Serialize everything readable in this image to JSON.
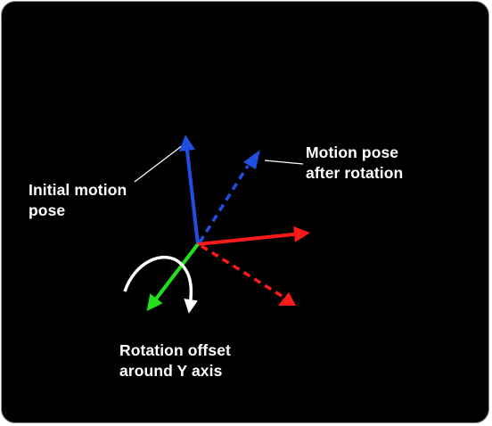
{
  "labels": {
    "initial_pose": [
      "Initial motion",
      "pose"
    ],
    "pose_after_rotation": [
      "Motion pose",
      "after rotation"
    ],
    "rotation_offset": [
      "Rotation offset",
      "around Y axis"
    ]
  },
  "colors": {
    "background": "#000000",
    "frame_border": "#8a8a8a",
    "x_axis": "#ff1a1a",
    "y_axis": "#22e01a",
    "z_axis": "#1f4fe0",
    "rotation_arrow": "#ffffff",
    "leader_line": "#ffffff"
  }
}
